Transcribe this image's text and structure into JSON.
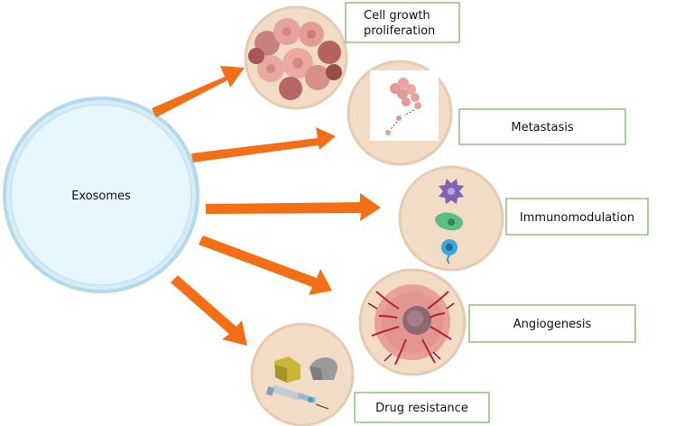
{
  "hub": {
    "label": "Exosomes"
  },
  "effects": [
    {
      "label_lines": [
        "Cell growth",
        "proliferation"
      ]
    },
    {
      "label_lines": [
        "Metastasis"
      ]
    },
    {
      "label_lines": [
        "Immunomodulation"
      ]
    },
    {
      "label_lines": [
        "Angiogenesis"
      ]
    },
    {
      "label_lines": [
        "Drug resistance"
      ]
    }
  ],
  "colors": {
    "hub_fill": "#e3f6fd",
    "hub_stroke": "#b4d9ec",
    "arrow": "#f36e15",
    "plate": "#f2dcc6",
    "label_border": "#7fb46a"
  }
}
